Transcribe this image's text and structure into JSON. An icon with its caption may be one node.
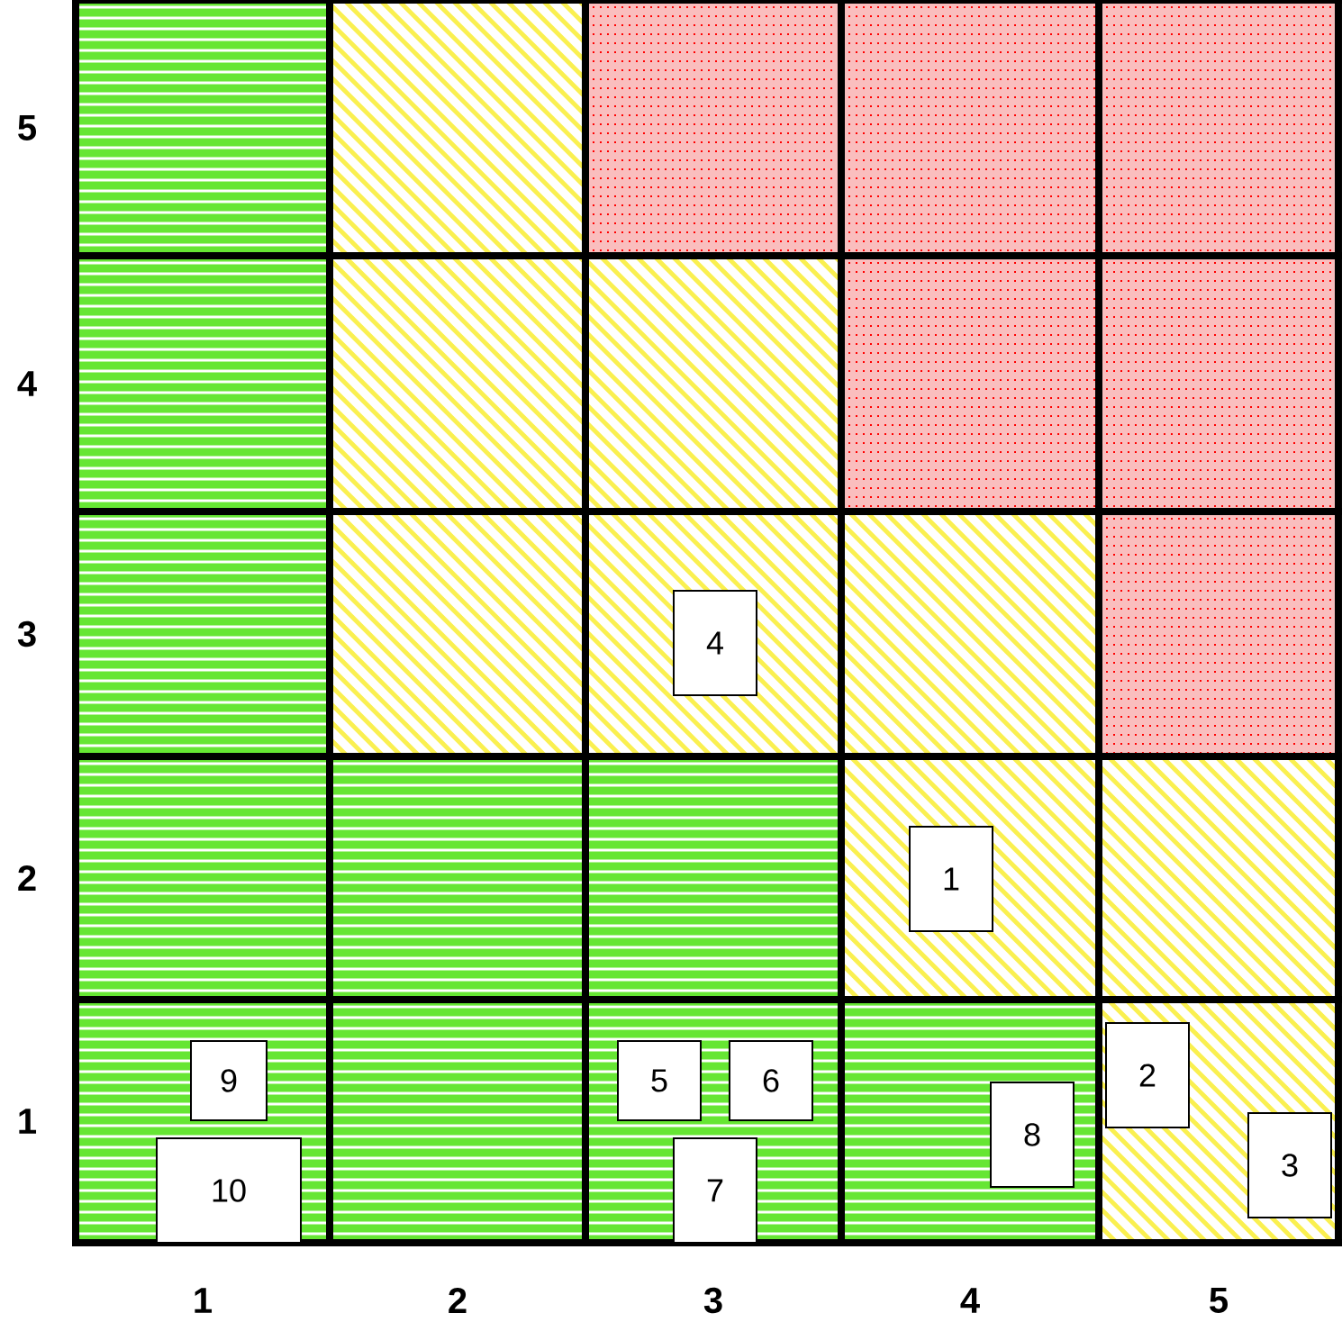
{
  "diagram": {
    "nodes": [
      {
        "text": [
          "4"
        ]
      },
      {
        "text": [
          "1"
        ]
      },
      {
        "text": [
          "2"
        ]
      },
      {
        "text": [
          "9"
        ]
      },
      {
        "text": [
          "5"
        ]
      },
      {
        "text": [
          "6"
        ]
      },
      {
        "text": [
          "8"
        ]
      },
      {
        "text": [
          "3"
        ]
      },
      {
        "text": [
          "10"
        ]
      },
      {
        "text": [
          "7"
        ]
      }
    ],
    "labels": [
      "5",
      "4",
      "3",
      "2",
      "1",
      "1",
      "2",
      "3",
      "4",
      "5"
    ]
  }
}
